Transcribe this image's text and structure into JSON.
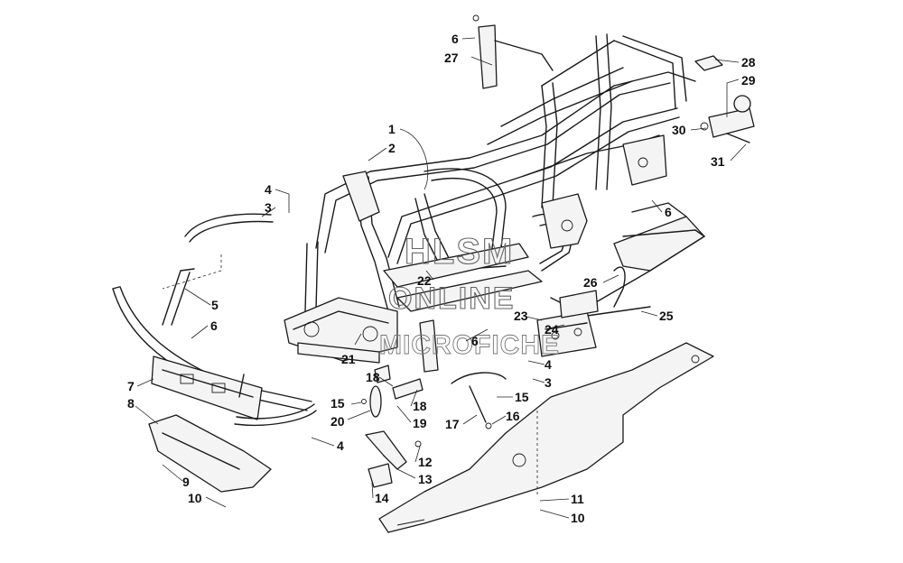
{
  "watermark": {
    "line1": "HLSM",
    "line2": "ONLINE",
    "line3": "MICROFICHE"
  },
  "callouts": [
    {
      "id": "c-6-top",
      "label": "6"
    },
    {
      "id": "c-27",
      "label": "27"
    },
    {
      "id": "c-28",
      "label": "28"
    },
    {
      "id": "c-29",
      "label": "29"
    },
    {
      "id": "c-30",
      "label": "30"
    },
    {
      "id": "c-31",
      "label": "31"
    },
    {
      "id": "c-1",
      "label": "1"
    },
    {
      "id": "c-2",
      "label": "2"
    },
    {
      "id": "c-4-left",
      "label": "4"
    },
    {
      "id": "c-3-left",
      "label": "3"
    },
    {
      "id": "c-6-right",
      "label": "6"
    },
    {
      "id": "c-22",
      "label": "22"
    },
    {
      "id": "c-26",
      "label": "26"
    },
    {
      "id": "c-25",
      "label": "25"
    },
    {
      "id": "c-5",
      "label": "5"
    },
    {
      "id": "c-6-left",
      "label": "6"
    },
    {
      "id": "c-23",
      "label": "23"
    },
    {
      "id": "c-24",
      "label": "24"
    },
    {
      "id": "c-6-mid",
      "label": "6"
    },
    {
      "id": "c-21",
      "label": "21"
    },
    {
      "id": "c-4-mid",
      "label": "4"
    },
    {
      "id": "c-3-mid",
      "label": "3"
    },
    {
      "id": "c-7",
      "label": "7"
    },
    {
      "id": "c-8",
      "label": "8"
    },
    {
      "id": "c-18a",
      "label": "18"
    },
    {
      "id": "c-18b",
      "label": "18"
    },
    {
      "id": "c-15a",
      "label": "15"
    },
    {
      "id": "c-15b",
      "label": "15"
    },
    {
      "id": "c-20",
      "label": "20"
    },
    {
      "id": "c-19",
      "label": "19"
    },
    {
      "id": "c-16",
      "label": "16"
    },
    {
      "id": "c-17",
      "label": "17"
    },
    {
      "id": "c-4-bottom",
      "label": "4"
    },
    {
      "id": "c-12",
      "label": "12"
    },
    {
      "id": "c-13",
      "label": "13"
    },
    {
      "id": "c-9",
      "label": "9"
    },
    {
      "id": "c-10-left",
      "label": "10"
    },
    {
      "id": "c-14",
      "label": "14"
    },
    {
      "id": "c-11",
      "label": "11"
    },
    {
      "id": "c-10-right",
      "label": "10"
    }
  ]
}
